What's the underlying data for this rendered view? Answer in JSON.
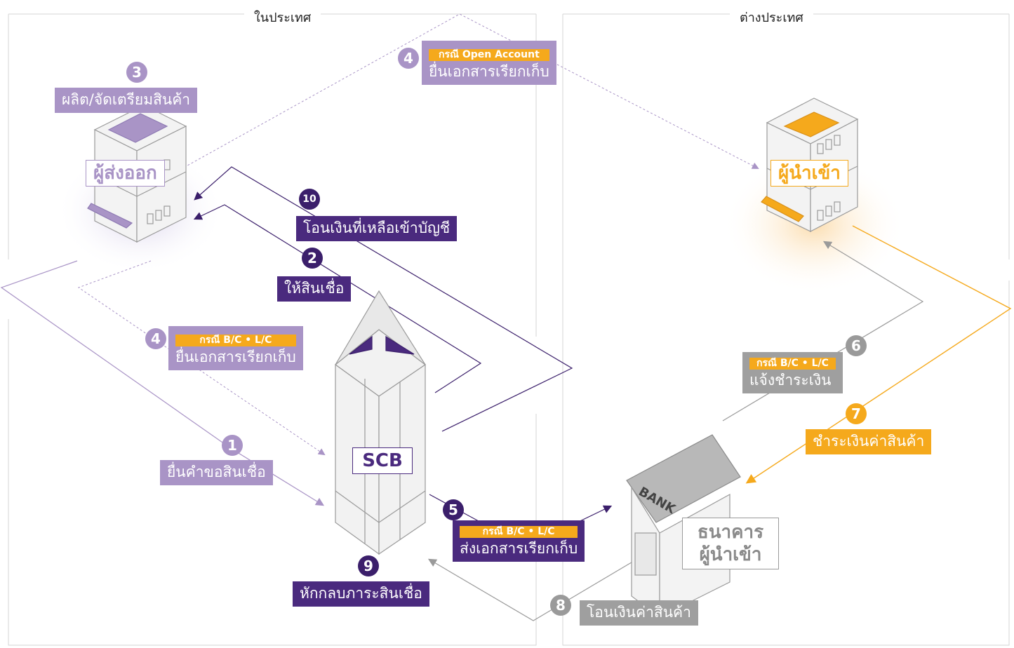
{
  "regions": {
    "domestic": "ในประเทศ",
    "overseas": "ต่างประเทศ"
  },
  "entities": {
    "exporter": "ผู้ส่งออก",
    "importer": "ผู้นำเข้า",
    "scb": "SCB",
    "importer_bank_line1": "ธนาคาร",
    "importer_bank_line2": "ผู้นำเข้า",
    "bank_sign": "BANK"
  },
  "steps": [
    {
      "number": "1",
      "text": "ยื่นคำขอสินเชื่อ"
    },
    {
      "number": "2",
      "text": "ให้สินเชื่อ"
    },
    {
      "number": "3",
      "text": "ผลิต/จัดเตรียมสินค้า"
    },
    {
      "number": "4",
      "tag": "กรณี Open Account",
      "text": "ยื่นเอกสารเรียกเก็บ"
    },
    {
      "number": "4",
      "tag": "กรณี B/C • L/C",
      "text": "ยื่นเอกสารเรียกเก็บ"
    },
    {
      "number": "5",
      "tag": "กรณี B/C • L/C",
      "text": "ส่งเอกสารเรียกเก็บ"
    },
    {
      "number": "6",
      "tag": "กรณี B/C • L/C",
      "text": "แจ้งชำระเงิน"
    },
    {
      "number": "7",
      "text": "ชำระเงินค่าสินค้า"
    },
    {
      "number": "8",
      "text": "โอนเงินค่าสินค้า"
    },
    {
      "number": "9",
      "text": "หักกลบภาระสินเชื่อ"
    },
    {
      "number": "10",
      "text": "โอนเงินที่เหลือเข้าบัญชี"
    }
  ],
  "colors": {
    "dark_purple": "#4a2a7e",
    "light_purple": "#a994c6",
    "orange": "#f5a91c",
    "gray": "#9f9f9f"
  }
}
